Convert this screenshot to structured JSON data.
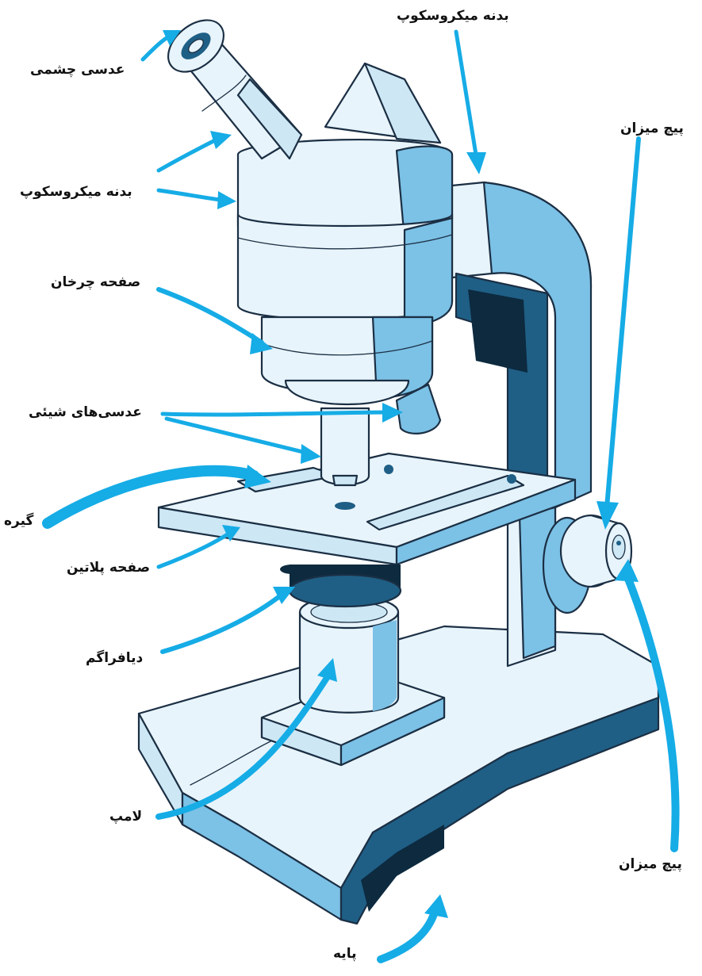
{
  "labels": {
    "eyepiece": "عدسی چشمی",
    "body_top": "بدنه میکروسکوپ",
    "body_left": "بدنه میکروسکوپ",
    "adjustment_top": "پیچ میزان",
    "revolving_nosepiece": "صفحه چرخان",
    "objective_lenses": "عدسی‌های شیئی",
    "clip": "گیره",
    "stage": "صفحه پلاتین",
    "diaphragm": "دیافراگم",
    "lamp": "لامپ",
    "adjustment_bottom": "پیچ میزان",
    "base": "پایه"
  },
  "colors": {
    "arrow": "#16ace6",
    "ink": "#1b2f44",
    "shade_light": "#cde7f4",
    "shade_mid": "#7cc1e6",
    "shade_dark": "#1f5f86"
  }
}
